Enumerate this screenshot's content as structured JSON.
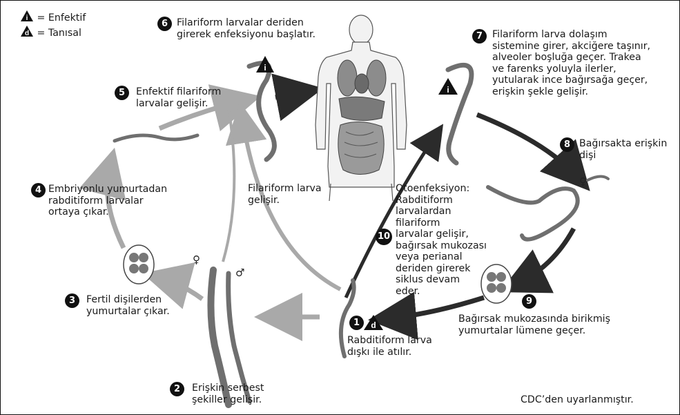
{
  "legend": {
    "infective": {
      "symbol": "i",
      "text": "= Enfektif"
    },
    "diagnostic": {
      "symbol": "d",
      "text": "= Tanısal"
    }
  },
  "steps": [
    {
      "number": "1",
      "lines": [
        "Rabditiform larva",
        "dışkı ile atılır."
      ]
    },
    {
      "number": "2",
      "lines": [
        "Erişkin serbest",
        "şekiller gelişir."
      ]
    },
    {
      "number": "3",
      "lines": [
        "Fertil dişilerden",
        "yumurtalar çıkar."
      ]
    },
    {
      "number": "4",
      "lines": [
        "Embriyonlu yumurtadan",
        "rabditiform larvalar",
        "ortaya çıkar."
      ]
    },
    {
      "number": "5",
      "lines": [
        "Enfektif filariform",
        "larvalar gelişir."
      ]
    },
    {
      "number": "6",
      "lines": [
        "Filariform larvalar deriden",
        "girerek enfeksiyonu başlatır."
      ]
    },
    {
      "number": "7",
      "lines": [
        "Filariform larva dolaşım",
        "sistemine girer, akciğere taşınır,",
        "alveoler boşluğa geçer. Trakea",
        "ve farenks yoluyla ilerler,",
        "yutularak ince bağırsağa geçer,",
        "erişkin şekle gelişir."
      ]
    },
    {
      "number": "8",
      "lines": [
        "Bağırsakta erişkin",
        "dişi"
      ]
    },
    {
      "number": "9",
      "lines": [
        "Bağırsak mukozasında birikmiş",
        "yumurtalar lümene geçer."
      ]
    },
    {
      "number": "10",
      "lines": [
        "Otoenfeksiyon:",
        "Rabditiform",
        "larvalardan",
        "filariform",
        "larvalar gelişir,",
        "bağırsak mukozası",
        "veya perianal",
        "deriden girerek",
        "siklus devam",
        "eder."
      ]
    }
  ],
  "labels": {
    "filariform_develops": [
      "Filariform larva",
      "gelişir."
    ],
    "female_symbol": "♀",
    "male_symbol": "♂",
    "credit": "CDC’den uyarlanmıştır."
  },
  "colors": {
    "free_living_arrow": "#a9a9a9",
    "parasitic_arrow": "#2b2b2b",
    "worm_fill": "#6f6f6f",
    "organ_fill": "#8c8c8c",
    "badge": "#111111"
  }
}
